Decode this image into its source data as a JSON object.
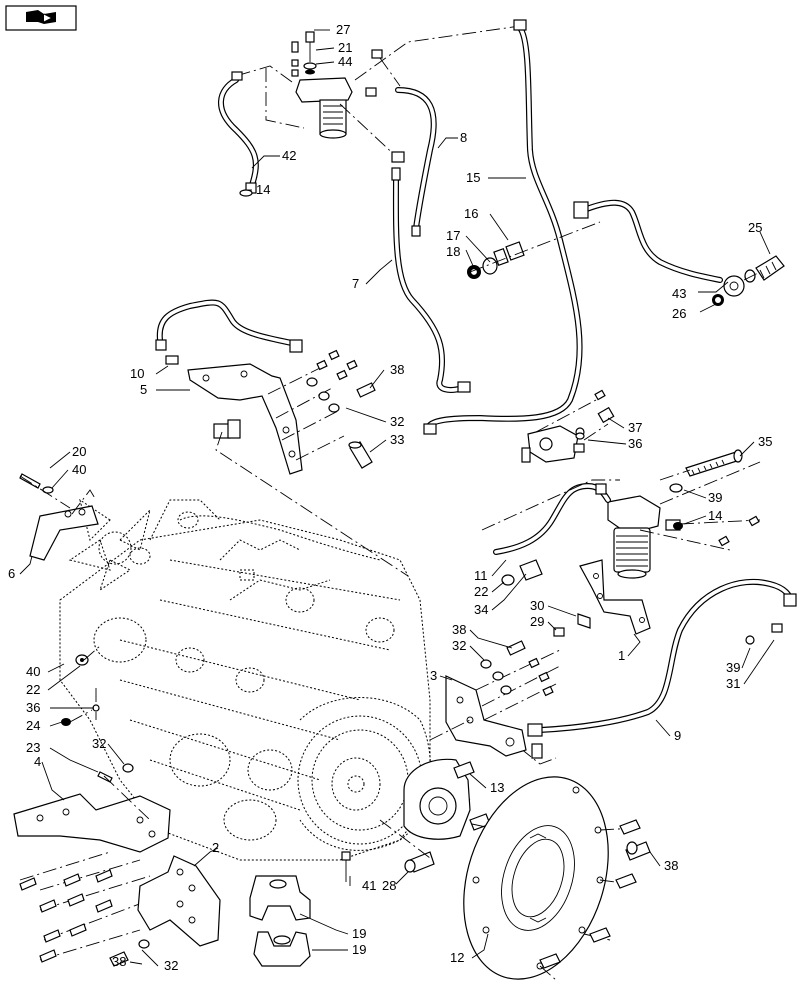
{
  "toolbar": {
    "icon": "book-arrow-icon"
  },
  "callouts": [
    {
      "id": "c27",
      "text": "27"
    },
    {
      "id": "c21",
      "text": "21"
    },
    {
      "id": "c44",
      "text": "44"
    },
    {
      "id": "c42",
      "text": "42"
    },
    {
      "id": "c14a",
      "text": "14"
    },
    {
      "id": "c8",
      "text": "8"
    },
    {
      "id": "c15",
      "text": "15"
    },
    {
      "id": "c16",
      "text": "16"
    },
    {
      "id": "c17",
      "text": "17"
    },
    {
      "id": "c18",
      "text": "18"
    },
    {
      "id": "c25",
      "text": "25"
    },
    {
      "id": "c43",
      "text": "43"
    },
    {
      "id": "c26",
      "text": "26"
    },
    {
      "id": "c7",
      "text": "7"
    },
    {
      "id": "c10",
      "text": "10"
    },
    {
      "id": "c5",
      "text": "5"
    },
    {
      "id": "c38a",
      "text": "38"
    },
    {
      "id": "c32a",
      "text": "32"
    },
    {
      "id": "c33",
      "text": "33"
    },
    {
      "id": "c37",
      "text": "37"
    },
    {
      "id": "c36a",
      "text": "36"
    },
    {
      "id": "c35",
      "text": "35"
    },
    {
      "id": "c20",
      "text": "20"
    },
    {
      "id": "c40a",
      "text": "40"
    },
    {
      "id": "c39a",
      "text": "39"
    },
    {
      "id": "c14b",
      "text": "14"
    },
    {
      "id": "c6",
      "text": "6"
    },
    {
      "id": "c11",
      "text": "11"
    },
    {
      "id": "c22a",
      "text": "22"
    },
    {
      "id": "c34",
      "text": "34"
    },
    {
      "id": "c30",
      "text": "30"
    },
    {
      "id": "c29",
      "text": "29"
    },
    {
      "id": "c38b",
      "text": "38"
    },
    {
      "id": "c32b",
      "text": "32"
    },
    {
      "id": "c1",
      "text": "1"
    },
    {
      "id": "c39b",
      "text": "39"
    },
    {
      "id": "c31",
      "text": "31"
    },
    {
      "id": "c40b",
      "text": "40"
    },
    {
      "id": "c22b",
      "text": "22"
    },
    {
      "id": "c3",
      "text": "3"
    },
    {
      "id": "c36b",
      "text": "36"
    },
    {
      "id": "c24",
      "text": "24"
    },
    {
      "id": "c9",
      "text": "9"
    },
    {
      "id": "c23",
      "text": "23"
    },
    {
      "id": "c32c",
      "text": "32"
    },
    {
      "id": "c4",
      "text": "4"
    },
    {
      "id": "c13",
      "text": "13"
    },
    {
      "id": "c2",
      "text": "2"
    },
    {
      "id": "c38c",
      "text": "38"
    },
    {
      "id": "c41",
      "text": "41"
    },
    {
      "id": "c28",
      "text": "28"
    },
    {
      "id": "c19a",
      "text": "19"
    },
    {
      "id": "c19b",
      "text": "19"
    },
    {
      "id": "c12",
      "text": "12"
    },
    {
      "id": "c38d",
      "text": "38"
    },
    {
      "id": "c32d",
      "text": "32"
    }
  ]
}
